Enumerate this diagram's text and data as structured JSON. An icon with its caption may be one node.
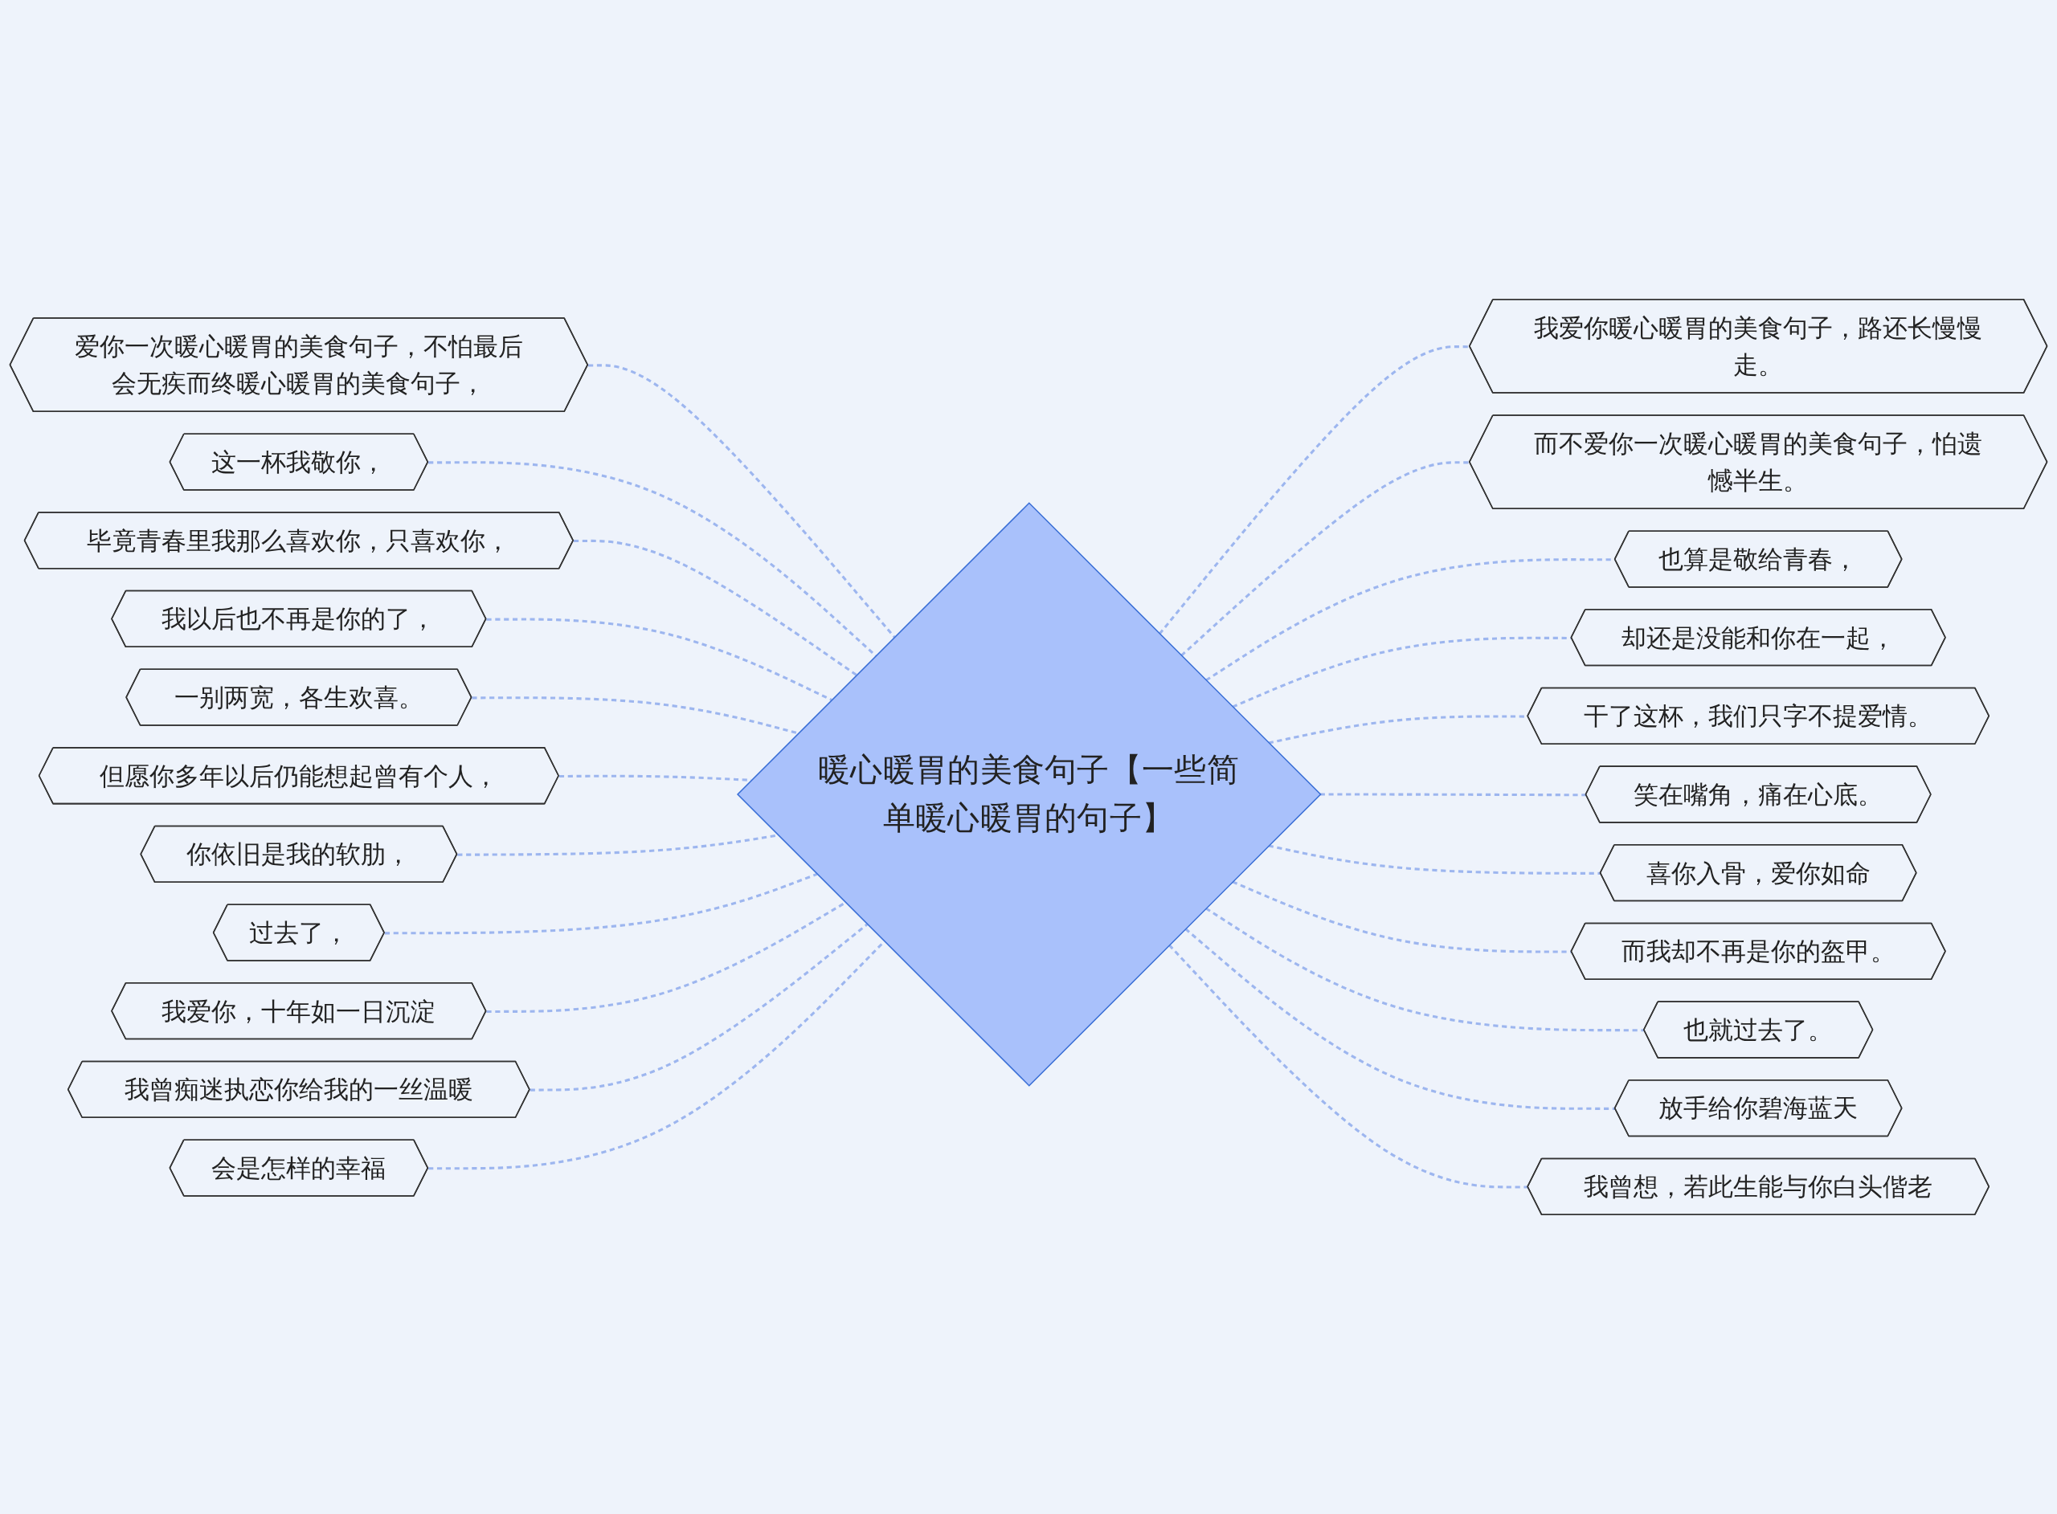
{
  "diagram": {
    "nodes": [
      {
        "text": [
          "暖心暖胃的美食句子【一些简单暖心暖胃的句子】"
        ]
      },
      {
        "text": [
          "爱你一次暖心暖胃的美食句子，不怕最后会无疾而终暖心暖胃的美食句子，"
        ]
      },
      {
        "text": [
          "这一杯我敬你，"
        ]
      },
      {
        "text": [
          "毕竟青春里我那么喜欢你，只喜欢你，"
        ]
      },
      {
        "text": [
          "我以后也不再是你的了，"
        ]
      },
      {
        "text": [
          "一别两宽，各生欢喜。"
        ]
      },
      {
        "text": [
          "但愿你多年以后仍能想起曾有个人，"
        ]
      },
      {
        "text": [
          "你依旧是我的软肋，"
        ]
      },
      {
        "text": [
          "过去了，"
        ]
      },
      {
        "text": [
          "我爱你，十年如一日沉淀"
        ]
      },
      {
        "text": [
          "我曾痴迷执恋你给我的一丝温暖"
        ]
      },
      {
        "text": [
          "会是怎样的幸福"
        ]
      },
      {
        "text": [
          "我爱你暖心暖胃的美食句子，路还长慢慢走。"
        ]
      },
      {
        "text": [
          "而不爱你一次暖心暖胃的美食句子，怕遗憾半生。"
        ]
      },
      {
        "text": [
          "也算是敬给青春，"
        ]
      },
      {
        "text": [
          "却还是没能和你在一起，"
        ]
      },
      {
        "text": [
          "干了这杯，我们只字不提爱情。"
        ]
      },
      {
        "text": [
          "笑在嘴角，痛在心底。"
        ]
      },
      {
        "text": [
          "喜你入骨，爱你如命"
        ]
      },
      {
        "text": [
          "而我却不再是你的盔甲。"
        ]
      },
      {
        "text": [
          "也就过去了。"
        ]
      },
      {
        "text": [
          "放手给你碧海蓝天"
        ]
      },
      {
        "text": [
          "我曾想，若此生能与你白头偕老"
        ]
      }
    ],
    "edges": [
      {
        "from": 1,
        "to": 0,
        "arrow": "none",
        "style": "dashed"
      },
      {
        "from": 2,
        "to": 0,
        "arrow": "none",
        "style": "dashed"
      },
      {
        "from": 3,
        "to": 0,
        "arrow": "none",
        "style": "dashed"
      },
      {
        "from": 4,
        "to": 0,
        "arrow": "none",
        "style": "dashed"
      },
      {
        "from": 5,
        "to": 0,
        "arrow": "none",
        "style": "dashed"
      },
      {
        "from": 6,
        "to": 0,
        "arrow": "none",
        "style": "dashed"
      },
      {
        "from": 7,
        "to": 0,
        "arrow": "none",
        "style": "dashed"
      },
      {
        "from": 8,
        "to": 0,
        "arrow": "none",
        "style": "dashed"
      },
      {
        "from": 9,
        "to": 0,
        "arrow": "none",
        "style": "dashed"
      },
      {
        "from": 10,
        "to": 0,
        "arrow": "none",
        "style": "dashed"
      },
      {
        "from": 11,
        "to": 0,
        "arrow": "none",
        "style": "dashed"
      },
      {
        "from": 0,
        "to": 12,
        "arrow": "none",
        "style": "dashed"
      },
      {
        "from": 0,
        "to": 13,
        "arrow": "none",
        "style": "dashed"
      },
      {
        "from": 0,
        "to": 14,
        "arrow": "none",
        "style": "dashed"
      },
      {
        "from": 0,
        "to": 15,
        "arrow": "none",
        "style": "dashed"
      },
      {
        "from": 0,
        "to": 16,
        "arrow": "none",
        "style": "dashed"
      },
      {
        "from": 0,
        "to": 17,
        "arrow": "none",
        "style": "dashed"
      },
      {
        "from": 0,
        "to": 18,
        "arrow": "none",
        "style": "dashed"
      },
      {
        "from": 0,
        "to": 19,
        "arrow": "none",
        "style": "dashed"
      },
      {
        "from": 0,
        "to": 20,
        "arrow": "none",
        "style": "dashed"
      },
      {
        "from": 0,
        "to": 21,
        "arrow": "none",
        "style": "dashed"
      },
      {
        "from": 0,
        "to": 22,
        "arrow": "none",
        "style": "dashed"
      }
    ]
  }
}
